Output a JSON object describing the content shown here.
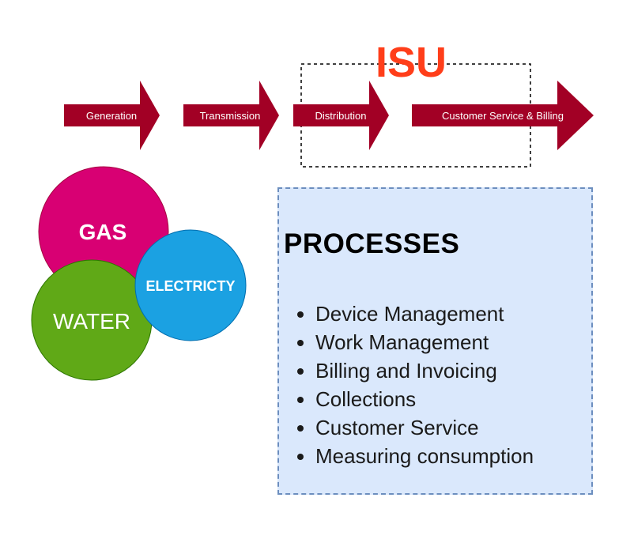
{
  "title": "ISU",
  "flow": [
    {
      "label": "Generation"
    },
    {
      "label": "Transmission"
    },
    {
      "label": "Distribution"
    },
    {
      "label": "Customer Service & Billing"
    }
  ],
  "utilities": {
    "gas": "GAS",
    "electricity": "ELECTRICTY",
    "water": "WATER"
  },
  "processes": {
    "heading": "PROCESSES",
    "items": [
      "Device Management",
      "Work Management",
      "Billing and Invoicing",
      "Collections",
      "Customer Service",
      "Measuring consumption"
    ]
  },
  "colors": {
    "arrow_fill": "#a20025",
    "isu_title": "#ff3e1a",
    "gas": "#d80073",
    "electricity": "#1ba1e2",
    "water": "#60a917",
    "process_bg": "#dae8fc",
    "process_border": "#6c8ebf"
  }
}
